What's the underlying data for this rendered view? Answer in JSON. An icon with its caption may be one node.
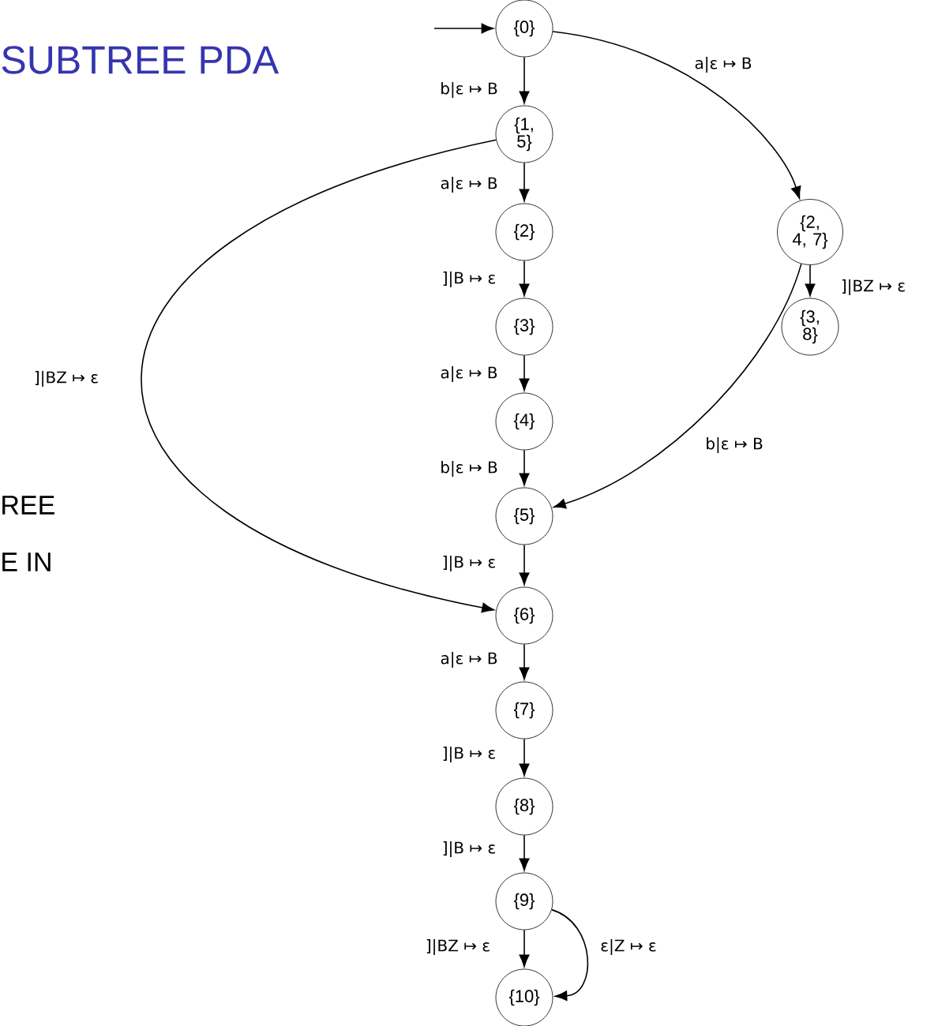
{
  "diagram": {
    "title": "SUBTREE PDA",
    "nodes": [
      {
        "text": [
          "{0}"
        ]
      },
      {
        "text": [
          "{1, 5}"
        ]
      },
      {
        "text": [
          "{2}"
        ]
      },
      {
        "text": [
          "{3}"
        ]
      },
      {
        "text": [
          "{4}"
        ]
      },
      {
        "text": [
          "{5}"
        ]
      },
      {
        "text": [
          "{6}"
        ]
      },
      {
        "text": [
          "{7}"
        ]
      },
      {
        "text": [
          "{8}"
        ]
      },
      {
        "text": [
          "{9}"
        ]
      },
      {
        "text": [
          "{10}"
        ]
      },
      {
        "text": [
          "{2, 4, 7}"
        ]
      },
      {
        "text": [
          "{3, 8}"
        ]
      }
    ],
    "edges": [
      {
        "from": null,
        "to": 0,
        "arrow": "to"
      },
      {
        "from": 0,
        "to": 1,
        "arrow": "to",
        "label": "b|ε ↦ B"
      },
      {
        "from": 0,
        "to": 11,
        "arrow": "to",
        "label": "a|ε ↦ B"
      },
      {
        "from": 1,
        "to": 2,
        "arrow": "to",
        "label": "a|ε ↦ B"
      },
      {
        "from": 1,
        "to": 6,
        "arrow": "to",
        "label": "]|BZ ↦ ε"
      },
      {
        "from": 2,
        "to": 3,
        "arrow": "to",
        "label": "]|B ↦ ε"
      },
      {
        "from": 11,
        "to": 12,
        "arrow": "to",
        "label": "]|BZ ↦ ε"
      },
      {
        "from": 11,
        "to": 5,
        "arrow": "to",
        "label": "b|ε ↦ B"
      },
      {
        "from": 3,
        "to": 4,
        "arrow": "to",
        "label": "a|ε ↦ B"
      },
      {
        "from": 4,
        "to": 5,
        "arrow": "to",
        "label": "b|ε ↦ B"
      },
      {
        "from": 5,
        "to": 6,
        "arrow": "to",
        "label": "]|B ↦ ε"
      },
      {
        "from": 6,
        "to": 7,
        "arrow": "to",
        "label": "a|ε ↦ B"
      },
      {
        "from": 7,
        "to": 8,
        "arrow": "to",
        "label": "]|B ↦ ε"
      },
      {
        "from": 8,
        "to": 9,
        "arrow": "to",
        "label": "]|B ↦ ε"
      },
      {
        "from": 9,
        "to": 10,
        "arrow": "to",
        "label": "]|BZ ↦ ε"
      },
      {
        "from": 9,
        "to": 10,
        "arrow": "to",
        "label": "ε|Z ↦ ε"
      }
    ],
    "labels": [
      "REE",
      "E IN"
    ]
  }
}
